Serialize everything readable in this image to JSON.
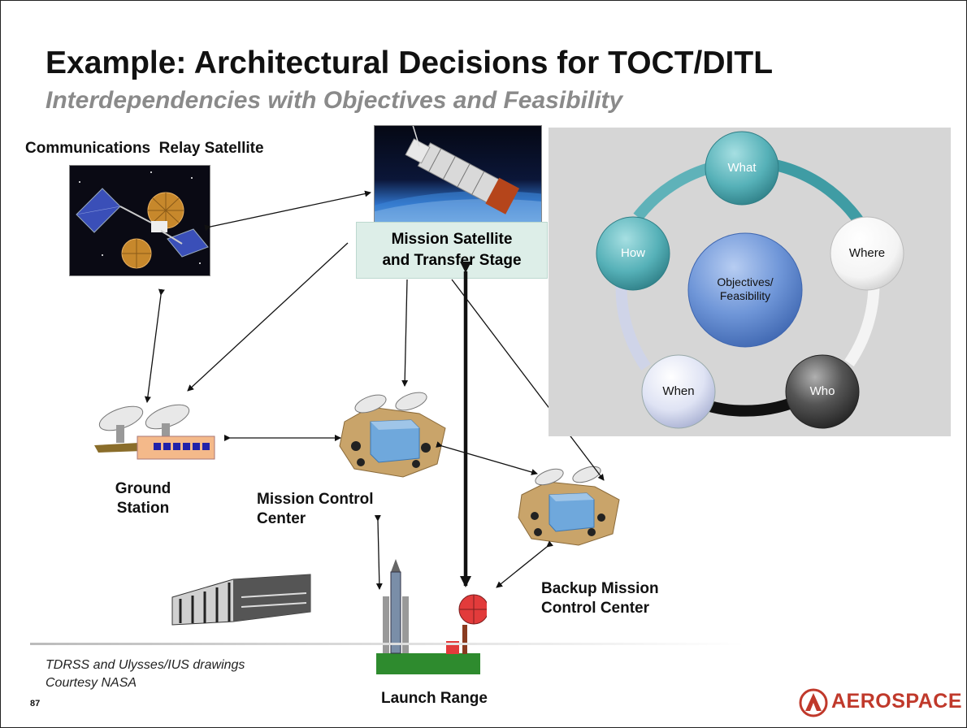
{
  "slide": {
    "title": "Example: Architectural Decisions for TOCT/DITL",
    "subtitle": "Interdependencies with Objectives and Feasibility",
    "page_number": "87",
    "credit_line1": "TDRSS and Ulysses/IUS drawings",
    "credit_line2": "Courtesy NASA",
    "logo_text": "AEROSPACE"
  },
  "nodes": {
    "relay_satellite": "Communications  Relay Satellite",
    "mission_satellite_line1": "Mission Satellite",
    "mission_satellite_line2": "and Transfer Stage",
    "ground_station_line1": "Ground",
    "ground_station_line2": "Station",
    "mission_control_line1": "Mission Control",
    "mission_control_line2": "Center",
    "backup_control_line1": "Backup Mission",
    "backup_control_line2": "Control Center",
    "launch_range": "Launch Range"
  },
  "cycle": {
    "center_line1": "Objectives/",
    "center_line2": "Feasibility",
    "what": "What",
    "where": "Where",
    "who": "Who",
    "when": "When",
    "how": "How"
  },
  "colors": {
    "title": "#111111",
    "subtitle": "#8a8a8a",
    "panel": "#d6d6d6",
    "teal": "#49a9b1",
    "center_blue": "#5b86cf",
    "logo_red": "#c0392b"
  }
}
